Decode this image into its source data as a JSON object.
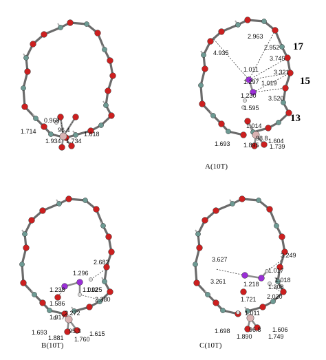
{
  "panels": [
    {
      "id": "p0",
      "caption": "",
      "labels": [
        "0.968",
        "1.714",
        "96.4",
        "1.934",
        "1.734",
        "1.618"
      ],
      "numbers": []
    },
    {
      "id": "p1",
      "caption": "A(10T)",
      "labels": [
        "2.963",
        "4.935",
        "2.952",
        "3.745",
        "1.011",
        "3.321",
        "1.019",
        "1.297",
        "1.230",
        "3.520",
        "1.595",
        "1.014",
        "98.8",
        "1.693",
        "1.895",
        "1.739",
        "1.604"
      ],
      "numbers": [
        "17",
        "15",
        "13"
      ]
    },
    {
      "id": "p2",
      "caption": "B(10T)",
      "labels": [
        "2.682",
        "1.296",
        "1.012",
        "1.238",
        "1.025",
        "2.380",
        "1.586",
        "2.272",
        "1.017",
        "95.3",
        "1.693",
        "1.881",
        "1.760",
        "1.615"
      ],
      "numbers": []
    },
    {
      "id": "p3",
      "caption": "C(10T)",
      "labels": [
        "3.627",
        "3.249",
        "1.017",
        "3.261",
        "1.218",
        "1.018",
        "1.308",
        "2.020",
        "1.721",
        "1.011",
        "96.8",
        "1.698",
        "1.890",
        "1.749",
        "1.606"
      ],
      "numbers": []
    }
  ]
}
